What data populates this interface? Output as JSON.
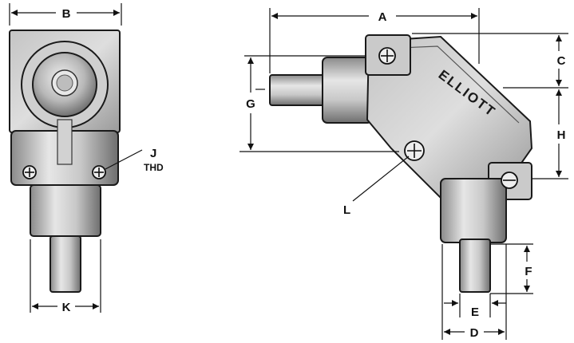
{
  "brand": "ELLIOTT",
  "labels": {
    "A": "A",
    "B": "B",
    "C": "C",
    "D": "D",
    "E": "E",
    "F": "F",
    "G": "G",
    "H": "H",
    "J": "J",
    "thd": "THD",
    "K": "K",
    "L": "L"
  },
  "colors": {
    "ink": "#1a1a1a",
    "metal_light": "#d8d8d8",
    "metal_mid": "#b4b4b4",
    "metal_dark": "#7a7a7a",
    "background": "#ffffff"
  }
}
